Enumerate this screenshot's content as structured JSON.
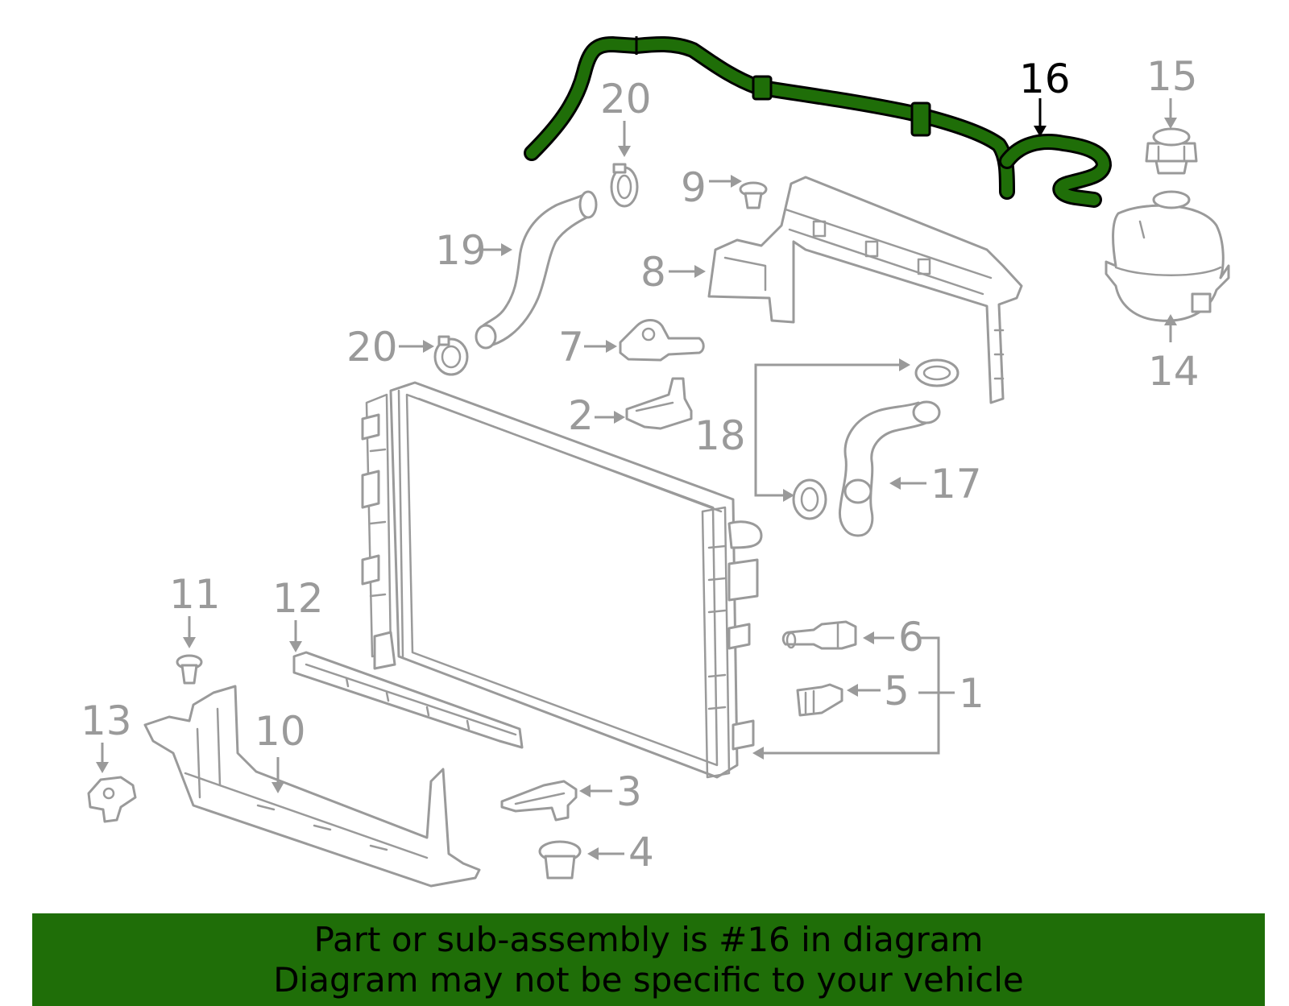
{
  "callouts": {
    "c1": "1",
    "c2": "2",
    "c3": "3",
    "c4": "4",
    "c5": "5",
    "c6": "6",
    "c7": "7",
    "c8": "8",
    "c9": "9",
    "c10": "10",
    "c11": "11",
    "c12": "12",
    "c13": "13",
    "c14": "14",
    "c15": "15",
    "c16": "16",
    "c17": "17",
    "c18": "18",
    "c19": "19",
    "c20a": "20",
    "c20b": "20"
  },
  "highlighted_part": "16",
  "colors": {
    "highlight_green": "#1f6e08",
    "part_gray": "#9a9a9a",
    "banner_bg": "#1f6e08",
    "banner_text": "#000000"
  },
  "banner": {
    "line1": "Part or sub-assembly is #16 in diagram",
    "line2": "Diagram may not be specific to your vehicle"
  }
}
